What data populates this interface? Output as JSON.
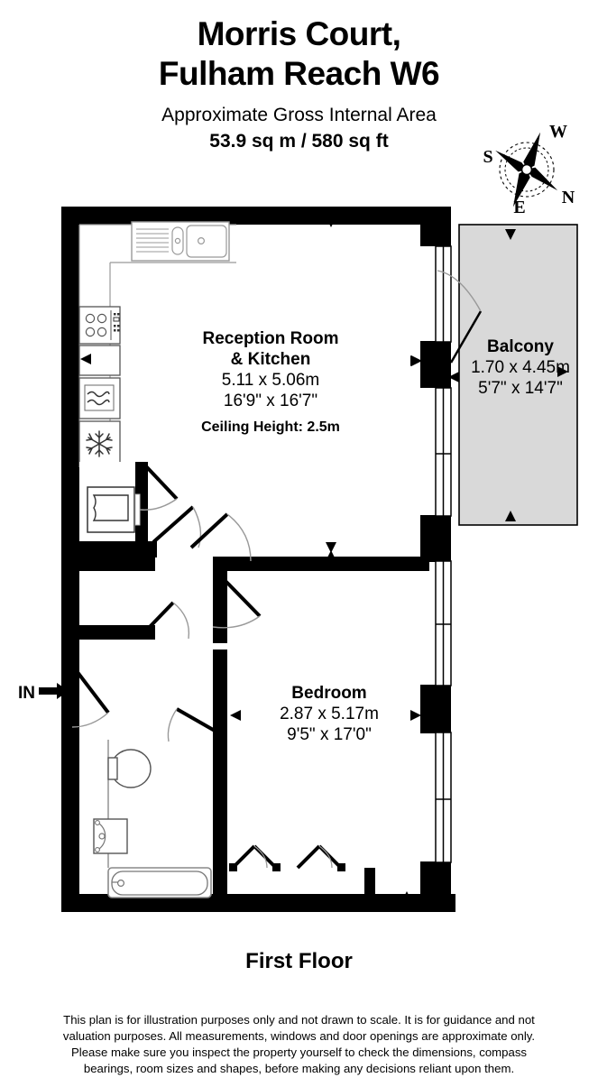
{
  "header": {
    "title_line1": "Morris Court,",
    "title_line2": "Fulham Reach W6",
    "subtitle": "Approximate Gross Internal Area",
    "area": "53.9 sq m / 580 sq ft"
  },
  "compass": {
    "labels": {
      "top_right": "W",
      "left": "S",
      "bottom_right": "N",
      "bottom": "E"
    }
  },
  "rooms": [
    {
      "id": "reception",
      "name_line1": "Reception Room",
      "name_line2": "& Kitchen",
      "metric": "5.11 x 5.06m",
      "imperial": "16'9\" x 16'7\"",
      "ceiling": "Ceiling Height: 2.5m"
    },
    {
      "id": "balcony",
      "name_line1": "Balcony",
      "metric": "1.70 x 4.45m",
      "imperial": "5'7\" x 14'7\""
    },
    {
      "id": "bedroom",
      "name_line1": "Bedroom",
      "metric": "2.87 x 5.17m",
      "imperial": "9'5\" x 17'0\""
    }
  ],
  "entrance": {
    "label": "IN"
  },
  "footer": {
    "floor_name": "First Floor",
    "disclaimer_line1": "This plan is for illustration purposes only and not drawn to scale. It is for guidance and not",
    "disclaimer_line2": "valuation purposes. All measurements, windows and door openings are approximate only.",
    "disclaimer_line3": "Please make sure you inspect the property yourself to check the dimensions, compass",
    "disclaimer_line4": "bearings, room sizes and shapes, before making any decisions reliant upon them."
  },
  "colors": {
    "wall": "#000000",
    "balcony_fill": "#d9d9d9",
    "fixture_stroke": "#808080",
    "background": "#ffffff"
  },
  "fixtures": [
    {
      "name": "sink-with-drainer",
      "room": "kitchen"
    },
    {
      "name": "hob-icon",
      "room": "kitchen"
    },
    {
      "name": "washing-machine-icon",
      "room": "kitchen"
    },
    {
      "name": "fridge-freezer-icon",
      "room": "kitchen"
    },
    {
      "name": "boiler-cupboard-icon",
      "room": "hallway"
    },
    {
      "name": "toilet-icon",
      "room": "bathroom"
    },
    {
      "name": "wash-basin-icon",
      "room": "bathroom"
    },
    {
      "name": "bathtub-icon",
      "room": "bathroom"
    },
    {
      "name": "wardrobe-bifold-doors",
      "room": "bedroom"
    }
  ]
}
